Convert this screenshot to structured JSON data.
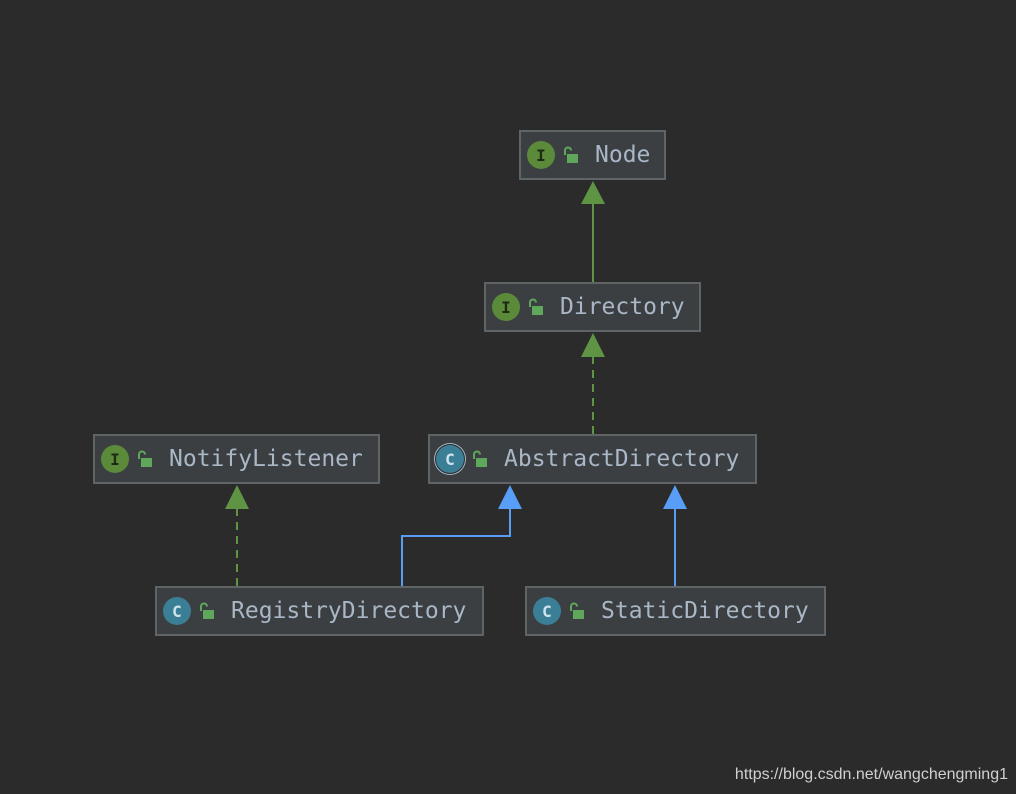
{
  "nodes": {
    "node": {
      "label": "Node",
      "kind": "I",
      "kind_type": "interface"
    },
    "directory": {
      "label": "Directory",
      "kind": "I",
      "kind_type": "interface"
    },
    "notify_listener": {
      "label": "NotifyListener",
      "kind": "I",
      "kind_type": "interface"
    },
    "abstract_directory": {
      "label": "AbstractDirectory",
      "kind": "C",
      "kind_type": "abstract-class"
    },
    "registry_directory": {
      "label": "RegistryDirectory",
      "kind": "C",
      "kind_type": "class"
    },
    "static_directory": {
      "label": "StaticDirectory",
      "kind": "C",
      "kind_type": "class"
    }
  },
  "edges": [
    {
      "from": "directory",
      "to": "node",
      "relation": "extends-interface",
      "style": "solid",
      "color": "#5f9444"
    },
    {
      "from": "abstract_directory",
      "to": "directory",
      "relation": "implements",
      "style": "dashed",
      "color": "#5f9444"
    },
    {
      "from": "registry_directory",
      "to": "notify_listener",
      "relation": "implements",
      "style": "dashed",
      "color": "#5f9444"
    },
    {
      "from": "registry_directory",
      "to": "abstract_directory",
      "relation": "extends",
      "style": "solid",
      "color": "#589df6"
    },
    {
      "from": "static_directory",
      "to": "abstract_directory",
      "relation": "extends",
      "style": "solid",
      "color": "#589df6"
    }
  ],
  "colors": {
    "background": "#2b2b2b",
    "node_fill": "#3c3f41",
    "node_border": "#5f6466",
    "node_text": "#a9b7c6",
    "interface_icon": "#5b8a3a",
    "class_icon": "#3b7f96",
    "lock_icon": "#5fa85b"
  },
  "icons": {
    "kind": "circle-letter-icon",
    "visibility": "open-lock-icon"
  },
  "watermark": "https://blog.csdn.net/wangchengming1"
}
